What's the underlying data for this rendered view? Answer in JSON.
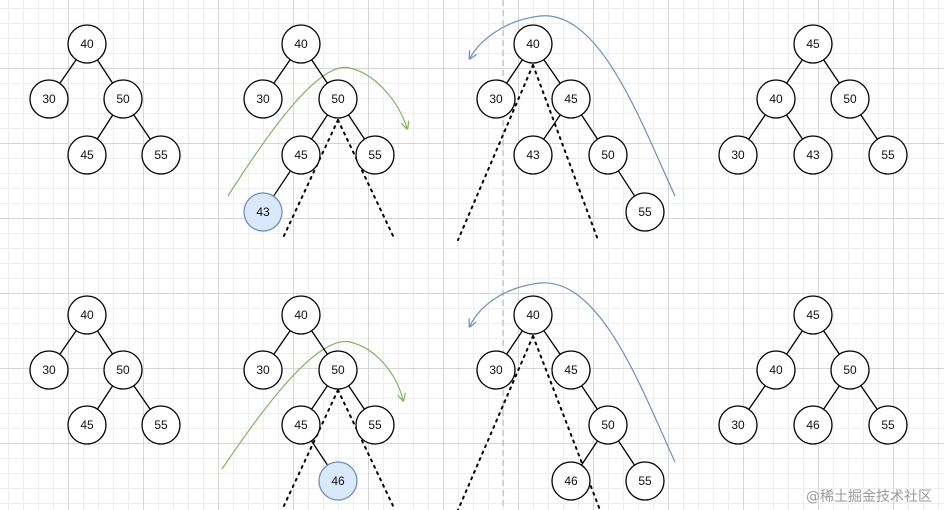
{
  "colors": {
    "green_arrow": "#82b366",
    "blue_arrow": "#6c8ebf",
    "highlight_fill": "#dae8fc",
    "highlight_stroke": "#6c8ebf"
  },
  "watermark": "@稀土掘金技术社区",
  "trees": [
    {
      "id": "row1-tree1",
      "nodes": [
        {
          "id": "a",
          "label": "40"
        },
        {
          "id": "b",
          "label": "30"
        },
        {
          "id": "c",
          "label": "50"
        },
        {
          "id": "d",
          "label": "45"
        },
        {
          "id": "e",
          "label": "55"
        }
      ],
      "edges": [
        [
          "a",
          "b"
        ],
        [
          "a",
          "c"
        ],
        [
          "c",
          "d"
        ],
        [
          "c",
          "e"
        ]
      ]
    },
    {
      "id": "row1-tree2",
      "nodes": [
        {
          "id": "a",
          "label": "40"
        },
        {
          "id": "b",
          "label": "30"
        },
        {
          "id": "c",
          "label": "50"
        },
        {
          "id": "d",
          "label": "45"
        },
        {
          "id": "e",
          "label": "55"
        },
        {
          "id": "f",
          "label": "43",
          "highlight": true
        }
      ],
      "edges": [
        [
          "a",
          "b"
        ],
        [
          "a",
          "c"
        ],
        [
          "c",
          "d"
        ],
        [
          "c",
          "e"
        ],
        [
          "d",
          "f"
        ]
      ]
    },
    {
      "id": "row1-tree3",
      "nodes": [
        {
          "id": "a",
          "label": "40"
        },
        {
          "id": "b",
          "label": "30"
        },
        {
          "id": "c",
          "label": "45"
        },
        {
          "id": "d",
          "label": "43"
        },
        {
          "id": "e",
          "label": "50"
        },
        {
          "id": "f",
          "label": "55"
        }
      ],
      "edges": [
        [
          "a",
          "b"
        ],
        [
          "a",
          "c"
        ],
        [
          "c",
          "d"
        ],
        [
          "c",
          "e"
        ],
        [
          "e",
          "f"
        ]
      ]
    },
    {
      "id": "row1-tree4",
      "nodes": [
        {
          "id": "a",
          "label": "45"
        },
        {
          "id": "b",
          "label": "40"
        },
        {
          "id": "c",
          "label": "50"
        },
        {
          "id": "d",
          "label": "30"
        },
        {
          "id": "e",
          "label": "43"
        },
        {
          "id": "f",
          "label": "55"
        }
      ],
      "edges": [
        [
          "a",
          "b"
        ],
        [
          "a",
          "c"
        ],
        [
          "b",
          "d"
        ],
        [
          "b",
          "e"
        ],
        [
          "c",
          "f"
        ]
      ]
    },
    {
      "id": "row2-tree1",
      "nodes": [
        {
          "id": "a",
          "label": "40"
        },
        {
          "id": "b",
          "label": "30"
        },
        {
          "id": "c",
          "label": "50"
        },
        {
          "id": "d",
          "label": "45"
        },
        {
          "id": "e",
          "label": "55"
        }
      ],
      "edges": [
        [
          "a",
          "b"
        ],
        [
          "a",
          "c"
        ],
        [
          "c",
          "d"
        ],
        [
          "c",
          "e"
        ]
      ]
    },
    {
      "id": "row2-tree2",
      "nodes": [
        {
          "id": "a",
          "label": "40"
        },
        {
          "id": "b",
          "label": "30"
        },
        {
          "id": "c",
          "label": "50"
        },
        {
          "id": "d",
          "label": "45"
        },
        {
          "id": "e",
          "label": "55"
        },
        {
          "id": "f",
          "label": "46",
          "highlight": true
        }
      ],
      "edges": [
        [
          "a",
          "b"
        ],
        [
          "a",
          "c"
        ],
        [
          "c",
          "d"
        ],
        [
          "c",
          "e"
        ],
        [
          "d",
          "f"
        ]
      ]
    },
    {
      "id": "row2-tree3",
      "nodes": [
        {
          "id": "a",
          "label": "40"
        },
        {
          "id": "b",
          "label": "30"
        },
        {
          "id": "c",
          "label": "45"
        },
        {
          "id": "d",
          "label": "50"
        },
        {
          "id": "e",
          "label": "46"
        },
        {
          "id": "f",
          "label": "55"
        }
      ],
      "edges": [
        [
          "a",
          "b"
        ],
        [
          "a",
          "c"
        ],
        [
          "c",
          "d"
        ],
        [
          "d",
          "e"
        ],
        [
          "d",
          "f"
        ]
      ]
    },
    {
      "id": "row2-tree4",
      "nodes": [
        {
          "id": "a",
          "label": "45"
        },
        {
          "id": "b",
          "label": "40"
        },
        {
          "id": "c",
          "label": "50"
        },
        {
          "id": "d",
          "label": "30"
        },
        {
          "id": "e",
          "label": "46"
        },
        {
          "id": "f",
          "label": "55"
        }
      ],
      "edges": [
        [
          "a",
          "b"
        ],
        [
          "a",
          "c"
        ],
        [
          "b",
          "d"
        ],
        [
          "c",
          "e"
        ],
        [
          "c",
          "f"
        ]
      ]
    }
  ]
}
